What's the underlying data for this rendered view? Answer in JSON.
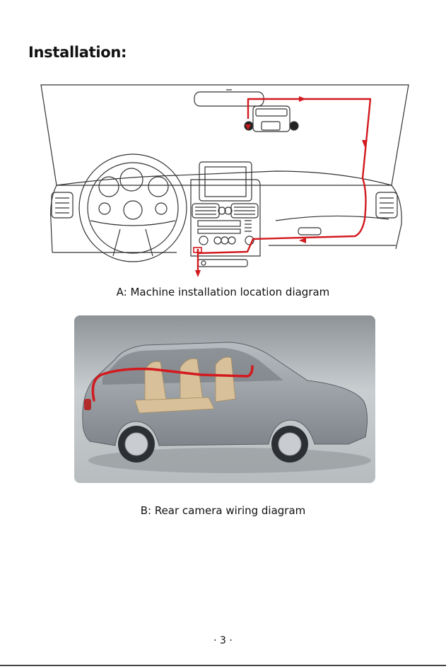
{
  "page": {
    "title": "Installation:",
    "caption_a": "A:  Machine installation location diagram",
    "caption_b": "B:  Rear camera wiring diagram",
    "page_number": "· 3 ·"
  },
  "colors": {
    "wire": "#d21a1f",
    "line_art": "#333333",
    "car_body": "#9a9fa5",
    "interior": "#d8c19a",
    "photo_bg": "#bfc4c7"
  }
}
